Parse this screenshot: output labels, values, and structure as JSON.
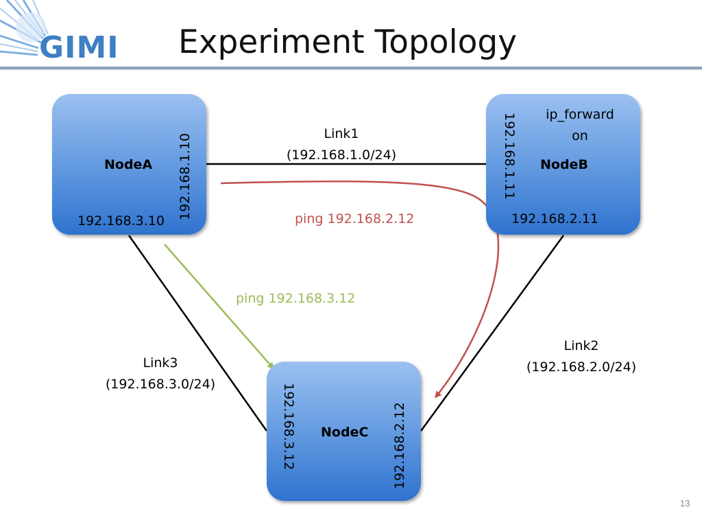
{
  "slide": {
    "title": "Experiment Topology",
    "logo_text": "GIMI",
    "number": "13"
  },
  "nodes": {
    "a": {
      "name": "NodeA",
      "ip_link1": "192.168.1.10",
      "ip_link3": "192.168.3.10"
    },
    "b": {
      "name": "NodeB",
      "ip_link1": "192.168.1.11",
      "ip_link2": "192.168.2.11",
      "note_line1": "ip_forward",
      "note_line2": "on"
    },
    "c": {
      "name": "NodeC",
      "ip_link3": "192.168.3.12",
      "ip_link2": "192.168.2.12"
    }
  },
  "links": {
    "link1": {
      "name": "Link1",
      "subnet": "(192.168.1.0/24)"
    },
    "link2": {
      "name": "Link2",
      "subnet": "(192.168.2.0/24)"
    },
    "link3": {
      "name": "Link3",
      "subnet": "(192.168.3.0/24)"
    }
  },
  "pings": {
    "red": {
      "label": "ping 192.168.2.12",
      "color": "#c0504d"
    },
    "green": {
      "label": "ping 192.168.3.12",
      "color": "#9bbb59"
    }
  },
  "colors": {
    "node_fill_top": "#9bc0f0",
    "node_fill_bottom": "#2f73cf",
    "accent": "#3f7fc3"
  },
  "icons": {
    "logo_mark": "globe-burst-icon"
  }
}
